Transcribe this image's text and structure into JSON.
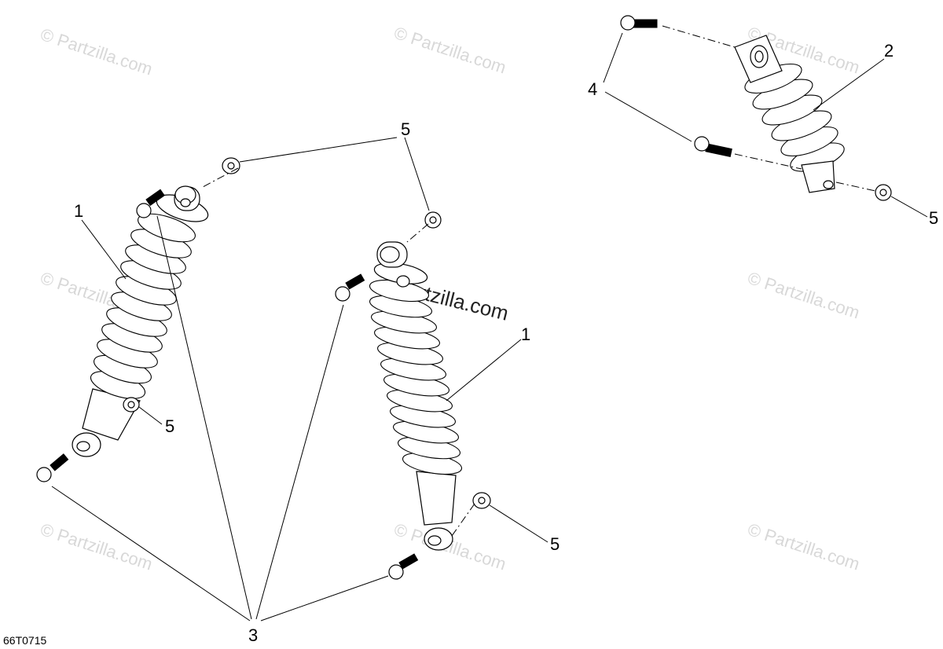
{
  "diagram": {
    "code": "66T0715",
    "callouts": {
      "c1a": "1",
      "c1b": "1",
      "c2": "2",
      "c3": "3",
      "c4": "4",
      "c5a": "5",
      "c5b": "5",
      "c5c": "5",
      "c5d": "5"
    },
    "watermark": "© Partzilla.com",
    "watermark_center": "Partzilla.com"
  }
}
